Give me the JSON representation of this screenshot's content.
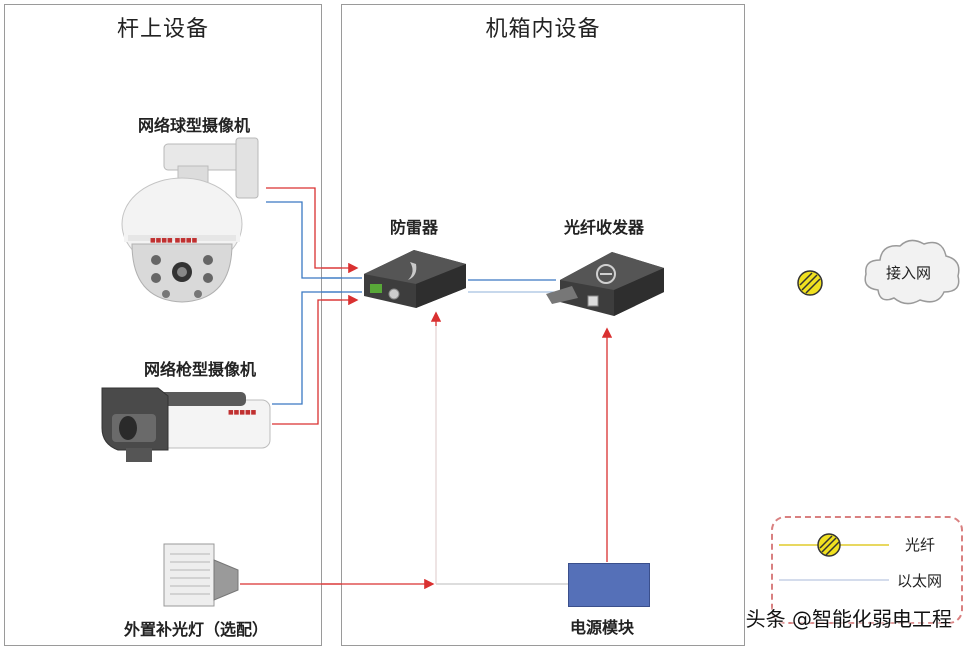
{
  "panels": {
    "left_title": "杆上设备",
    "mid_title": "机箱内设备"
  },
  "devices": {
    "dome_camera": "网络球型摄像机",
    "bullet_camera": "网络枪型摄像机",
    "fill_light": "外置补光灯（选配）",
    "surge_protector": "防雷器",
    "fiber_transceiver": "光纤收发器",
    "power_module": "电源模块",
    "access_network": "接入网"
  },
  "legend": {
    "fiber_label": "光纤",
    "ethernet_label": "以太网"
  },
  "colors": {
    "power_line": "#d93030",
    "ethernet_line": "#3a78c2",
    "fiber_marker": "#f0e020",
    "power_module_fill": "#5570b8"
  },
  "watermark": "头条 @智能化弱电工程"
}
